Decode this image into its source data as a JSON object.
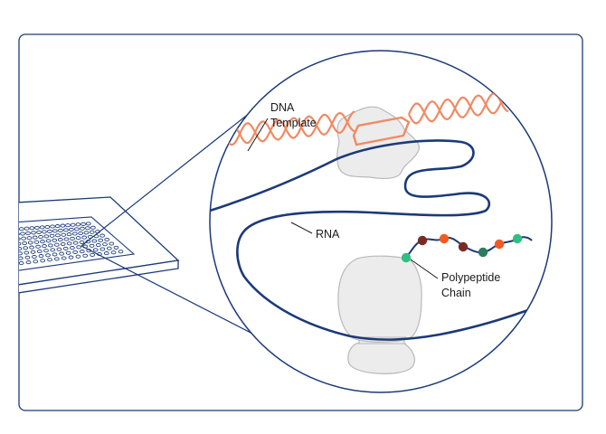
{
  "labels": {
    "dna_line1": "DNA",
    "dna_line2": "Template",
    "rna": "RNA",
    "poly_line1": "Polypeptide",
    "poly_line2": "Chain"
  },
  "colors": {
    "frame": "#1b3a78",
    "dna": "#f08a64",
    "protein_fill": "#ececec",
    "protein_stroke": "#b9b9b9",
    "bead_green": "#2fbf83",
    "bead_orange": "#f25a22",
    "bead_brown": "#7a2a24",
    "bead_teal": "#2a7d5e"
  },
  "icons": [
    "microarray-slide",
    "zoom-circle",
    "dna-double-helix",
    "rna-strand",
    "rna-polymerase",
    "ribosome",
    "polypeptide-beads"
  ]
}
